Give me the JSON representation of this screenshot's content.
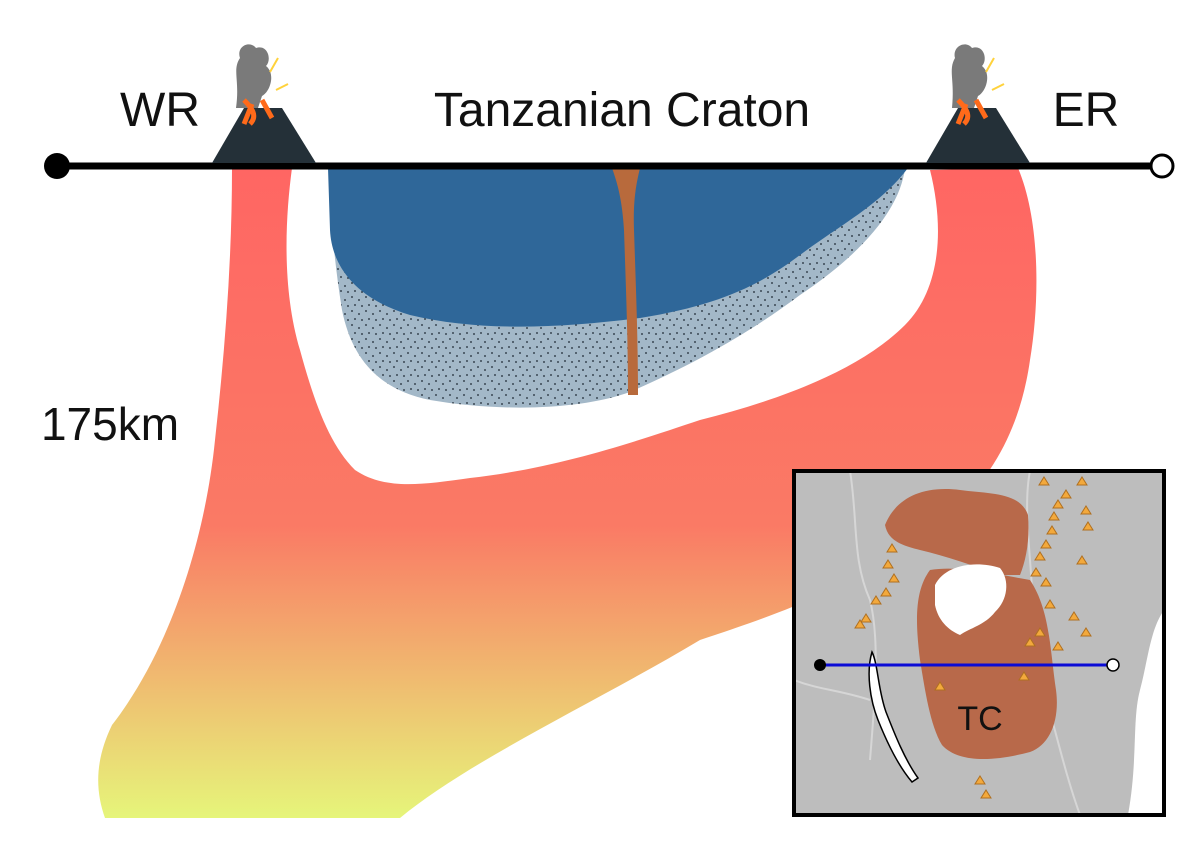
{
  "labels": {
    "west_rift": "WR",
    "east_rift": "ER",
    "craton": "Tanzanian Craton",
    "depth": "175km",
    "inset_craton": "TC"
  },
  "colors": {
    "plume_top": "#ff6663",
    "plume_bottom": "#e6f57a",
    "craton_upper": "#2f6799",
    "craton_lower": "#a3b8c8",
    "dike": "#b86a3c",
    "volcano": "#243038",
    "profile_line": "#0b0bd6",
    "inset_land": "#bdbdbd",
    "inset_craton": "#b8694a",
    "volcano_marker": "#f3a93c"
  },
  "icons": {
    "volcano_west": "volcano-icon",
    "volcano_east": "volcano-icon",
    "profile_start": "filled-circle-icon",
    "profile_end": "open-circle-icon",
    "inset_volcanoes": "triangle-icon"
  }
}
